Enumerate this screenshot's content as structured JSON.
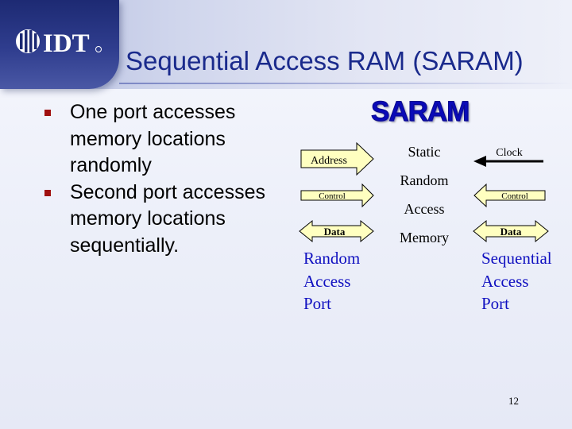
{
  "header": {
    "logo_text": "IDT",
    "title": "Sequential Access RAM (SARAM)"
  },
  "bullets": [
    {
      "text": "One port accesses memory locations randomly"
    },
    {
      "text": "Second port accesses memory locations sequentially."
    }
  ],
  "diagram": {
    "title": "SARAM",
    "middle_words": [
      "Static",
      "Random",
      "Access",
      "Memory"
    ],
    "left_signals": {
      "address": "Address",
      "control": "Control",
      "data": "Data"
    },
    "right_signals": {
      "clock": "Clock",
      "control": "Control",
      "data": "Data"
    },
    "left_port_lines": [
      "Random",
      "Access",
      "Port"
    ],
    "right_port_lines": [
      "Sequential",
      "Access",
      "Port"
    ]
  },
  "footer": {
    "page_number": "12"
  },
  "colors": {
    "title_blue": "#1a2a8c",
    "port_blue": "#1010c0",
    "arrow_fill": "#ffffc0",
    "bullet_red": "#a01010",
    "logo_navy": "#1d2a73"
  }
}
